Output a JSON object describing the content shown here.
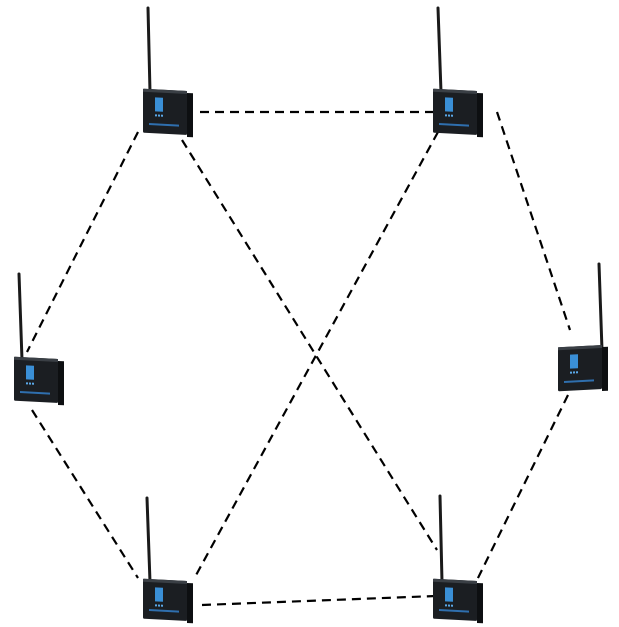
{
  "diagram": {
    "type": "wireless-mesh-network",
    "background": "#ffffff",
    "link_style": "dashed",
    "link_color": "#000000",
    "device_icon": "wireless-router-icon",
    "device_body_color": "#1b1e22",
    "device_screen_color": "#3a8fd6",
    "nodes": [
      {
        "id": "top-left"
      },
      {
        "id": "top-right"
      },
      {
        "id": "middle-left"
      },
      {
        "id": "middle-right"
      },
      {
        "id": "bottom-left"
      },
      {
        "id": "bottom-right"
      }
    ],
    "links": [
      {
        "from": "top-left",
        "to": "top-right"
      },
      {
        "from": "top-left",
        "to": "middle-left"
      },
      {
        "from": "top-left",
        "to": "bottom-right"
      },
      {
        "from": "top-right",
        "to": "middle-right"
      },
      {
        "from": "top-right",
        "to": "bottom-left"
      },
      {
        "from": "middle-left",
        "to": "bottom-left"
      },
      {
        "from": "middle-right",
        "to": "bottom-right"
      },
      {
        "from": "bottom-left",
        "to": "bottom-right"
      }
    ]
  }
}
